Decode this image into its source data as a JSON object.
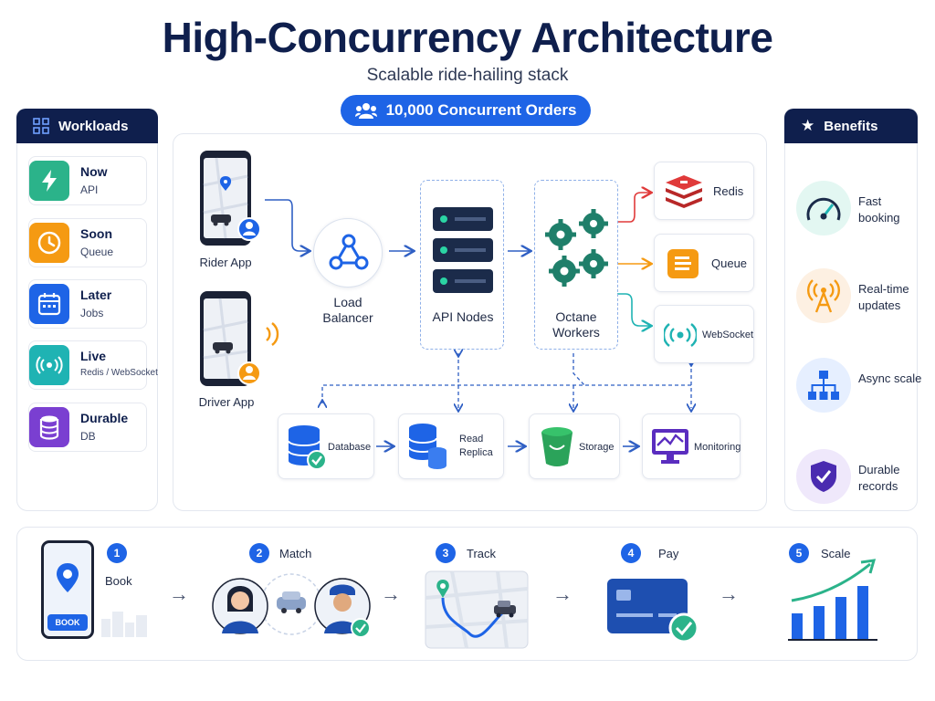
{
  "header": {
    "title": "High-Concurrency Architecture",
    "subtitle": "Scalable ride-hailing stack",
    "badge": "10,000 Concurrent Orders"
  },
  "workloads": {
    "title": "Workloads",
    "items": [
      {
        "title": "Now",
        "sub": "API",
        "icon": "lightning-icon",
        "color": "#2bb38a"
      },
      {
        "title": "Soon",
        "sub": "Queue",
        "icon": "clock-icon",
        "color": "#f59a12"
      },
      {
        "title": "Later",
        "sub": "Jobs",
        "icon": "calendar-icon",
        "color": "#1e64e6"
      },
      {
        "title": "Live",
        "sub": "Redis / WebSocket",
        "icon": "broadcast-icon",
        "color": "#1fb3b3"
      },
      {
        "title": "Durable",
        "sub": "DB",
        "icon": "database-icon",
        "color": "#7a3fd1"
      }
    ]
  },
  "benefits": {
    "title": "Benefits",
    "items": [
      {
        "text": "Fast booking",
        "icon": "speedometer-icon"
      },
      {
        "text": "Real-time updates",
        "icon": "antenna-icon"
      },
      {
        "text": "Async scale",
        "icon": "hierarchy-icon"
      },
      {
        "text": "Durable records",
        "icon": "shield-check-icon"
      }
    ]
  },
  "diagram": {
    "rider": "Rider App",
    "driver": "Driver App",
    "load_balancer": "Load Balancer",
    "api_nodes": "API Nodes",
    "workers": "Octane Workers",
    "services": [
      "Redis",
      "Queue",
      "WebSocket"
    ],
    "storage": [
      "Database",
      "Read Replica",
      "Storage",
      "Monitoring"
    ]
  },
  "flow": {
    "steps": [
      {
        "num": "1",
        "label": "Book"
      },
      {
        "num": "2",
        "label": "Match"
      },
      {
        "num": "3",
        "label": "Track"
      },
      {
        "num": "4",
        "label": "Pay"
      },
      {
        "num": "5",
        "label": "Scale"
      }
    ],
    "book_button": "BOOK"
  },
  "colors": {
    "navy": "#0f1f4d",
    "accent": "#1e64e6",
    "green": "#2bb38a",
    "orange": "#f59a12",
    "red": "#e03a3a"
  }
}
